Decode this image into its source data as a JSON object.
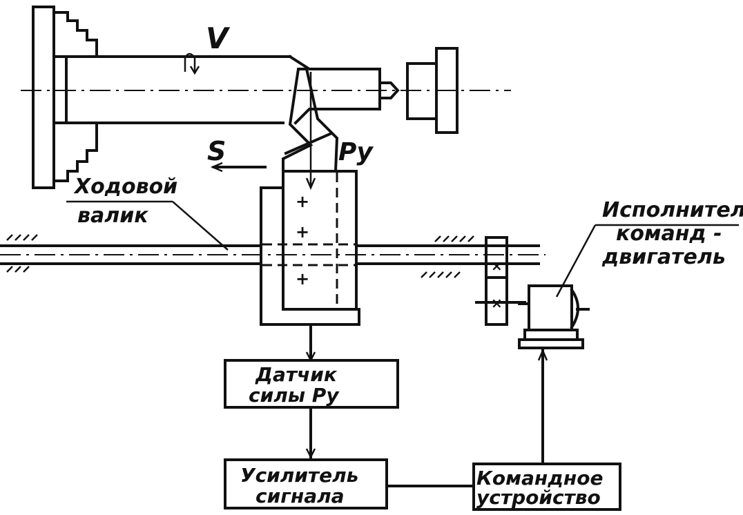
{
  "labels": {
    "velocity": "V",
    "feed": "S",
    "force": "Pу",
    "lead_shaft_line1": "Ходовой",
    "lead_shaft_line2": "валик",
    "motor_line1": "Исполнител",
    "motor_line2": "команд -",
    "motor_line3": "двигатель"
  },
  "blocks": {
    "sensor_line1": "Датчик",
    "sensor_line2": "силы Pу",
    "amplifier_line1": "Усилитель",
    "amplifier_line2": "сигнала",
    "command_line1": "Командное",
    "command_line2": "устройство"
  },
  "colors": {
    "ink": "#111111",
    "paper": "#ffffff"
  }
}
